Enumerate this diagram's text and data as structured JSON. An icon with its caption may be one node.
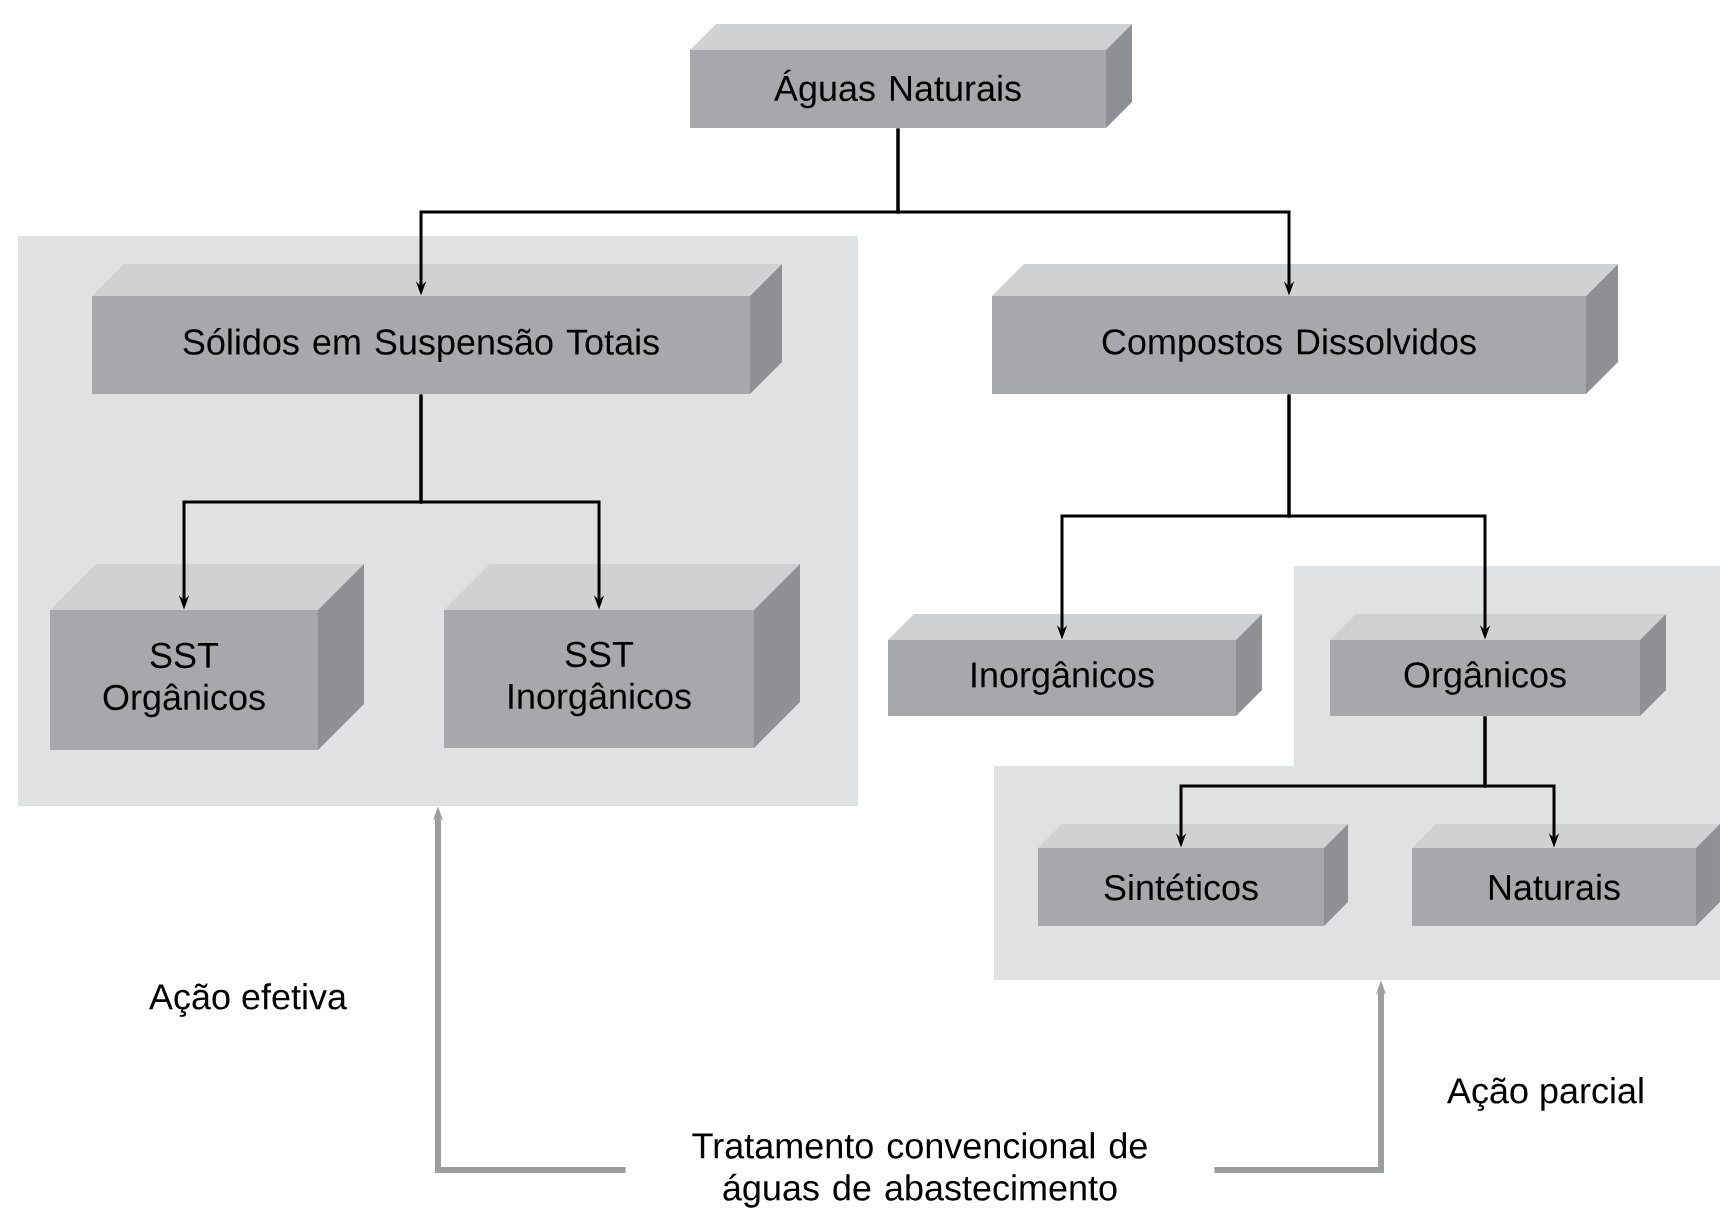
{
  "diagram": {
    "nodes": [
      {
        "text": [
          "Águas Naturais"
        ]
      },
      {
        "text": [],
        "shape": "box"
      },
      {
        "text": [
          "Sólidos em Suspensão Totais"
        ],
        "in": 1
      },
      {
        "text": [
          "SST Orgânicos"
        ],
        "in": 1
      },
      {
        "text": [
          "SST Inorgânicos"
        ],
        "in": 1
      },
      {
        "text": [
          "Compostos Dissolvidos"
        ]
      },
      {
        "text": [
          "Inorgânicos"
        ]
      },
      {
        "text": [],
        "shape": "box"
      },
      {
        "text": [
          "Orgânicos"
        ],
        "in": 7
      },
      {
        "text": [
          "Sintéticos"
        ],
        "in": 7
      },
      {
        "text": [
          "Naturais"
        ],
        "in": 7
      },
      {
        "text": [
          "Tratamento convencional de águas de abastecimento"
        ]
      }
    ],
    "edges": [
      {
        "from": 0,
        "to": 2,
        "arrow": "to"
      },
      {
        "from": 0,
        "to": 5,
        "arrow": "to"
      },
      {
        "from": 2,
        "to": 3,
        "arrow": "to"
      },
      {
        "from": 2,
        "to": 4,
        "arrow": "to"
      },
      {
        "from": 5,
        "to": 6,
        "arrow": "to"
      },
      {
        "from": 5,
        "to": 8,
        "arrow": "to"
      },
      {
        "from": 8,
        "to": 9,
        "arrow": "to"
      },
      {
        "from": 8,
        "to": 10,
        "arrow": "to"
      },
      {
        "from": 11,
        "to": 1,
        "arrow": "to",
        "label": "Ação efetiva",
        "style": "thick",
        "color": "#9d9ea0"
      },
      {
        "from": 11,
        "to": 7,
        "arrow": "to",
        "label": "Ação parcial",
        "style": "thick",
        "color": "#9d9ea0"
      }
    ]
  }
}
